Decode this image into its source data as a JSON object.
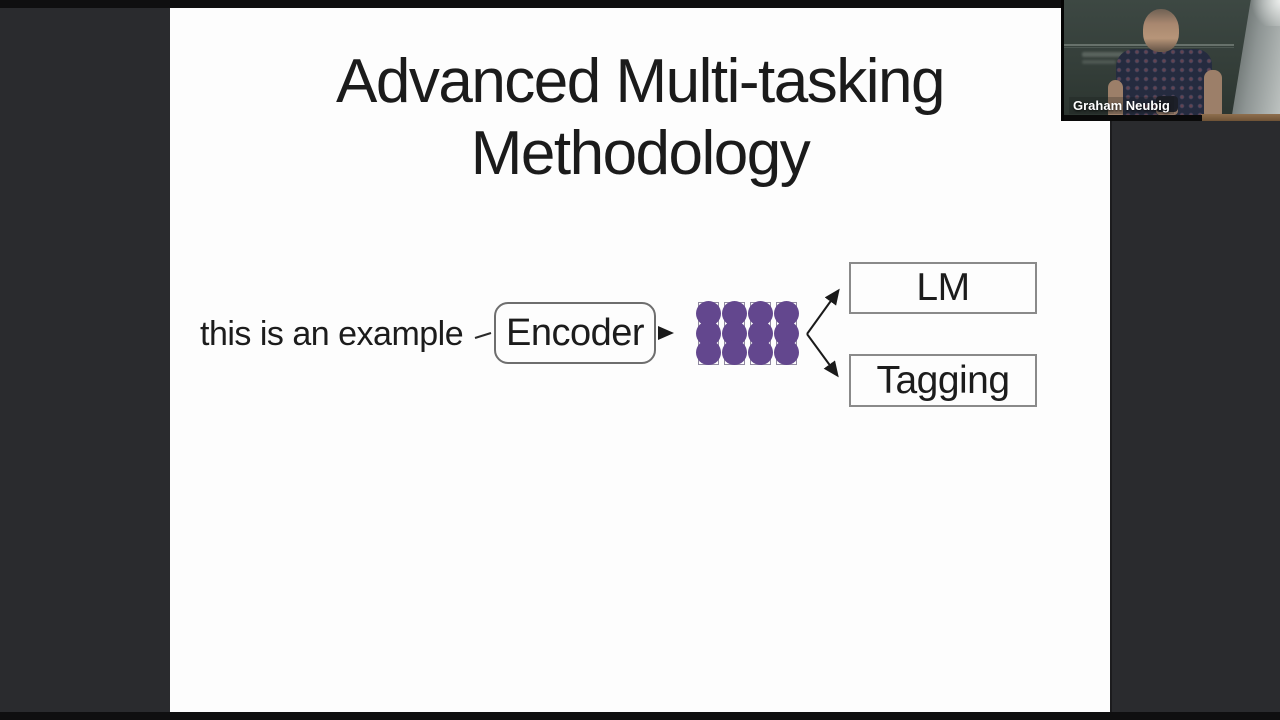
{
  "frame": {
    "background_color": "#2a2b2e",
    "letterbox_color": "#0f0f10"
  },
  "slide": {
    "title": {
      "line1": "Advanced Multi-tasking",
      "line2": "Methodology"
    },
    "diagram": {
      "input_text": "this is an example",
      "encoder_label": "Encoder",
      "output_boxes": [
        {
          "label": "LM"
        },
        {
          "label": "Tagging"
        }
      ],
      "embedding": {
        "columns": 4,
        "rows": 3,
        "dot_color": "#63478e",
        "outline_color": "#9089a0"
      }
    }
  },
  "webcam": {
    "speaker_name": "Graham Neubig"
  }
}
